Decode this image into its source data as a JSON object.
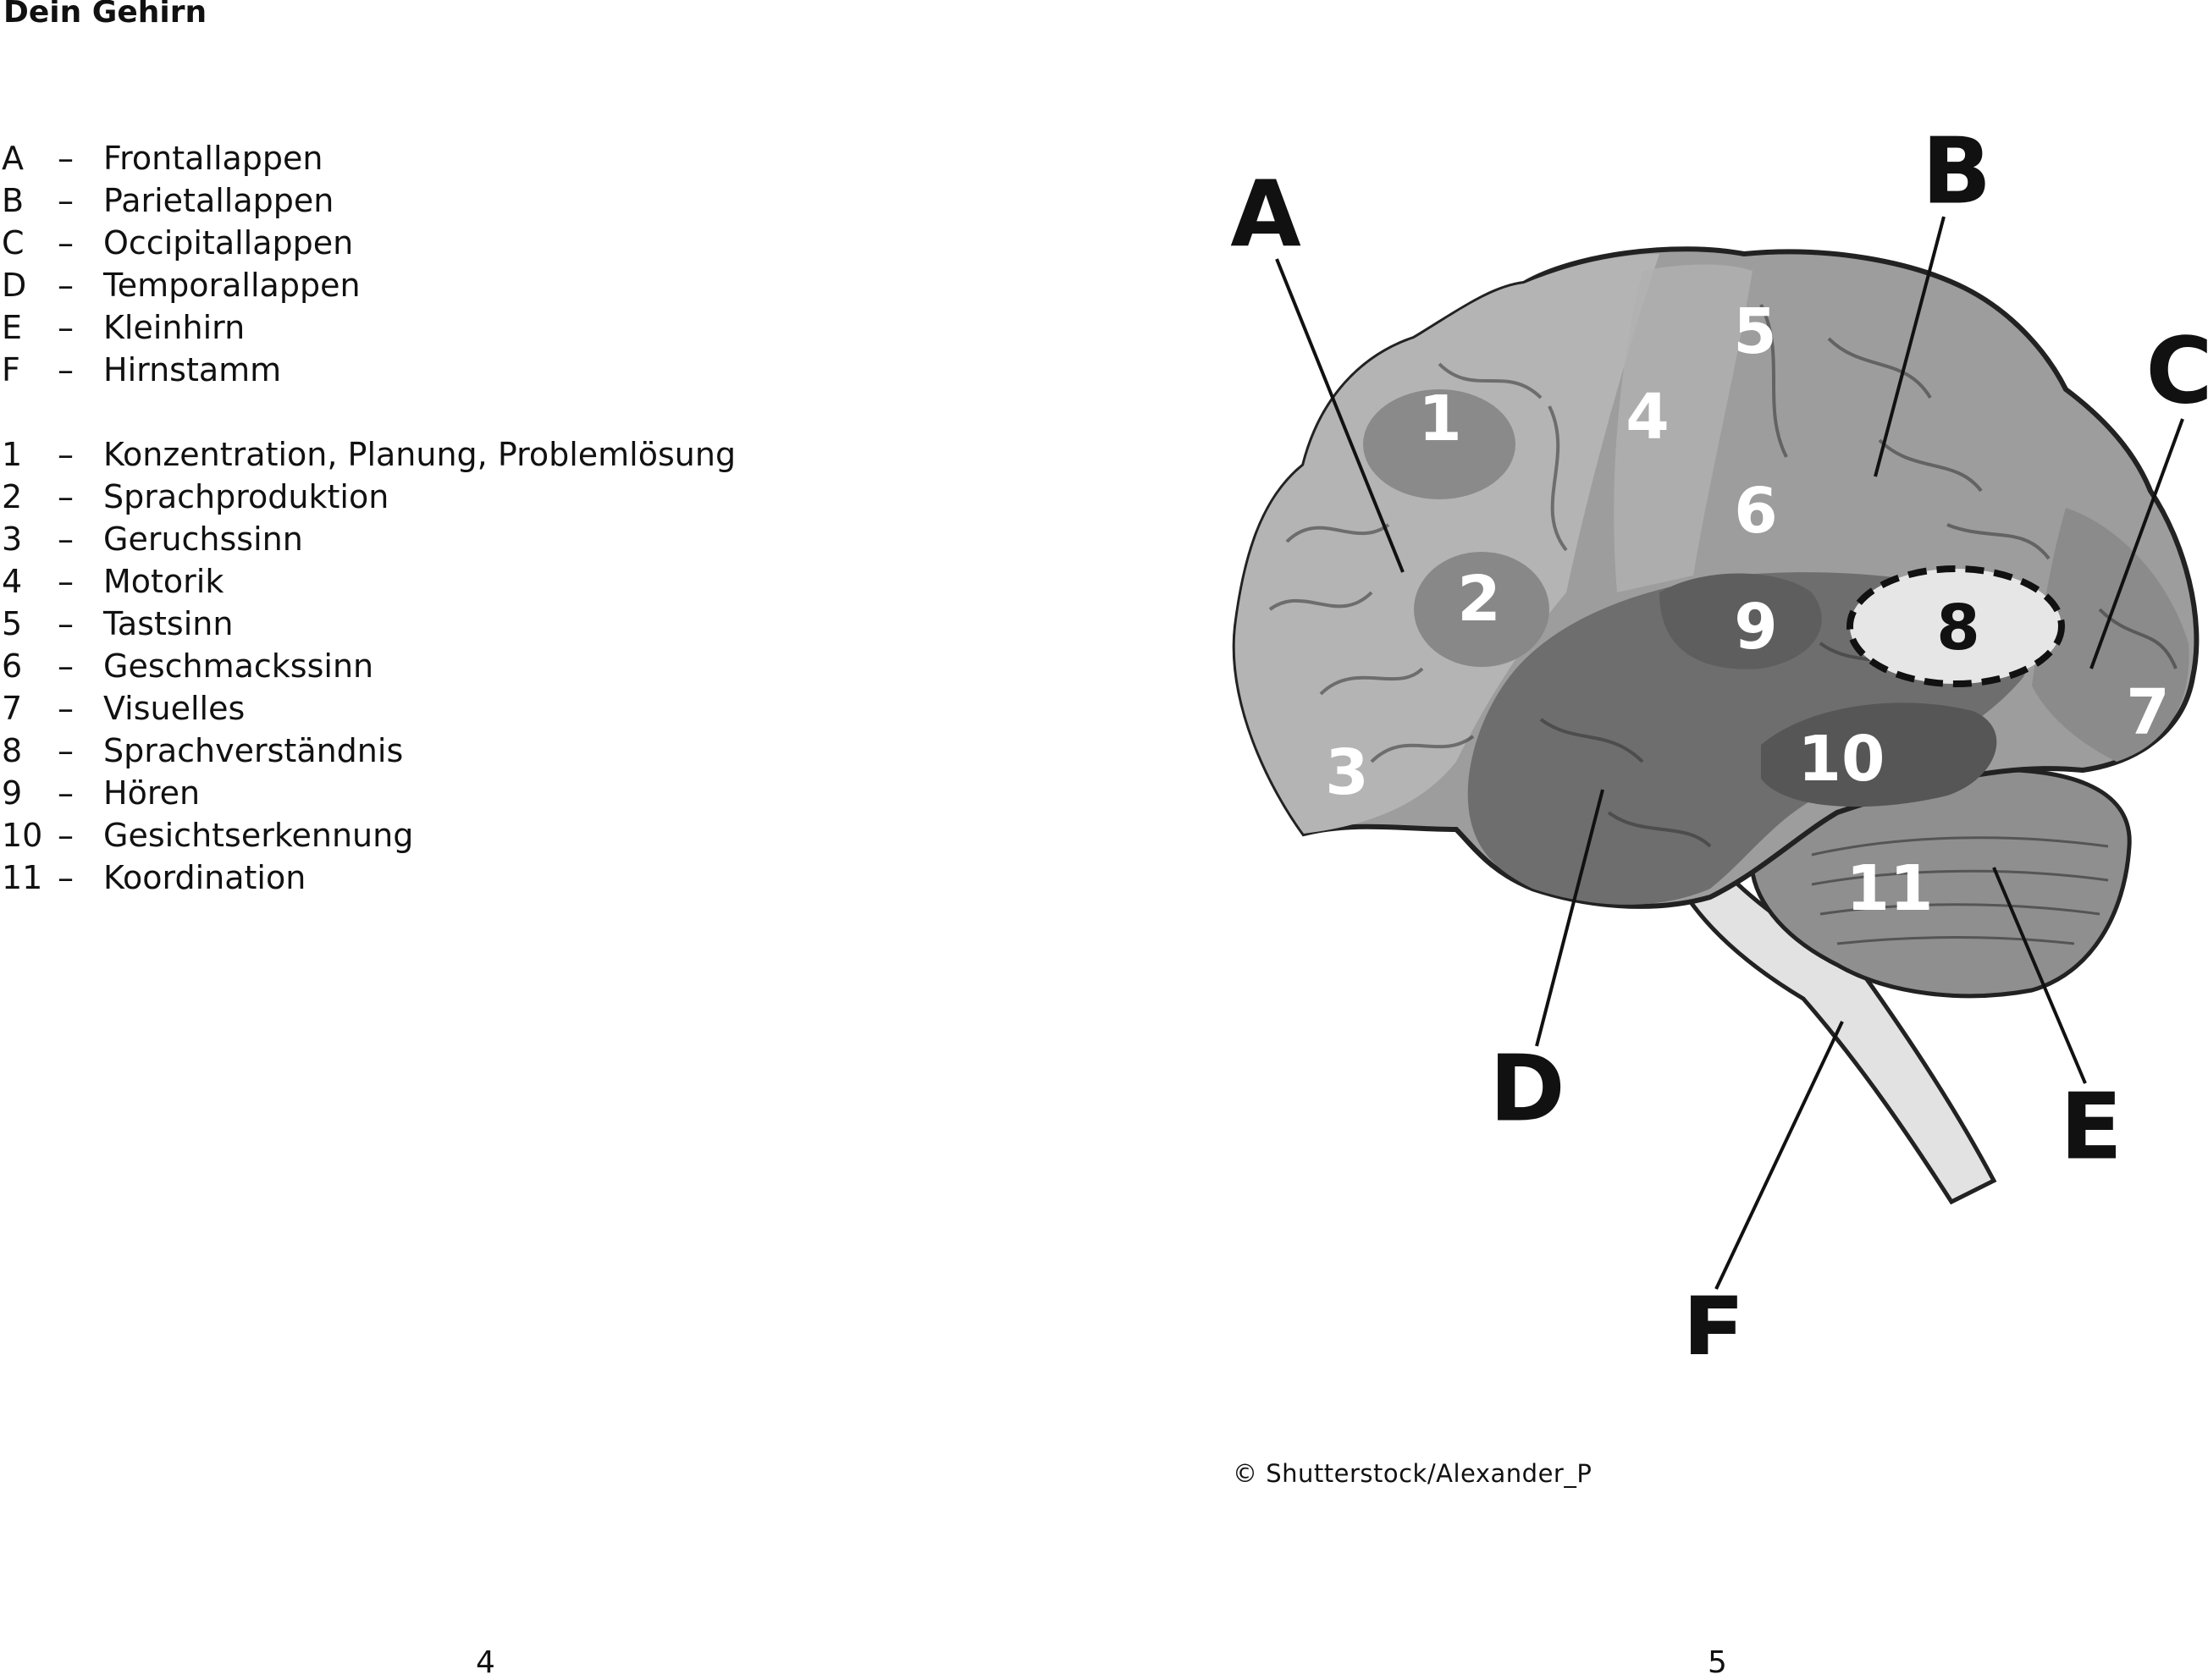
{
  "header": {
    "title": "Dein Gehirn"
  },
  "legend": {
    "lobes": [
      {
        "key": "A",
        "dash": "–",
        "label": "Frontallappen"
      },
      {
        "key": "B",
        "dash": "–",
        "label": "Parietallappen"
      },
      {
        "key": "C",
        "dash": "–",
        "label": "Occipitallappen"
      },
      {
        "key": "D",
        "dash": "–",
        "label": "Temporallappen"
      },
      {
        "key": "E",
        "dash": "–",
        "label": "Kleinhirn"
      },
      {
        "key": "F",
        "dash": "–",
        "label": "Hirnstamm"
      }
    ],
    "functions": [
      {
        "key": "1",
        "dash": "–",
        "label": "Konzentration, Planung, Problemlösung"
      },
      {
        "key": "2",
        "dash": "–",
        "label": "Sprachproduktion"
      },
      {
        "key": "3",
        "dash": "–",
        "label": "Geruchssinn"
      },
      {
        "key": "4",
        "dash": "–",
        "label": "Motorik"
      },
      {
        "key": "5",
        "dash": "–",
        "label": "Tastsinn"
      },
      {
        "key": "6",
        "dash": "–",
        "label": "Geschmackssinn"
      },
      {
        "key": "7",
        "dash": "–",
        "label": "Visuelles"
      },
      {
        "key": "8",
        "dash": "–",
        "label": "Sprachverständnis"
      },
      {
        "key": "9",
        "dash": "–",
        "label": "Hören"
      },
      {
        "key": "10",
        "dash": "–",
        "label": "Gesichtserkennung"
      },
      {
        "key": "11",
        "dash": "–",
        "label": "Koordination"
      }
    ]
  },
  "diagram": {
    "lobe_letters": [
      "A",
      "B",
      "C",
      "D",
      "E",
      "F"
    ],
    "region_numbers": [
      "1",
      "2",
      "3",
      "4",
      "5",
      "6",
      "7",
      "8",
      "9",
      "10",
      "11"
    ]
  },
  "credit": "© Shutterstock/Alexander_P",
  "pages": {
    "left": "4",
    "right": "5"
  }
}
